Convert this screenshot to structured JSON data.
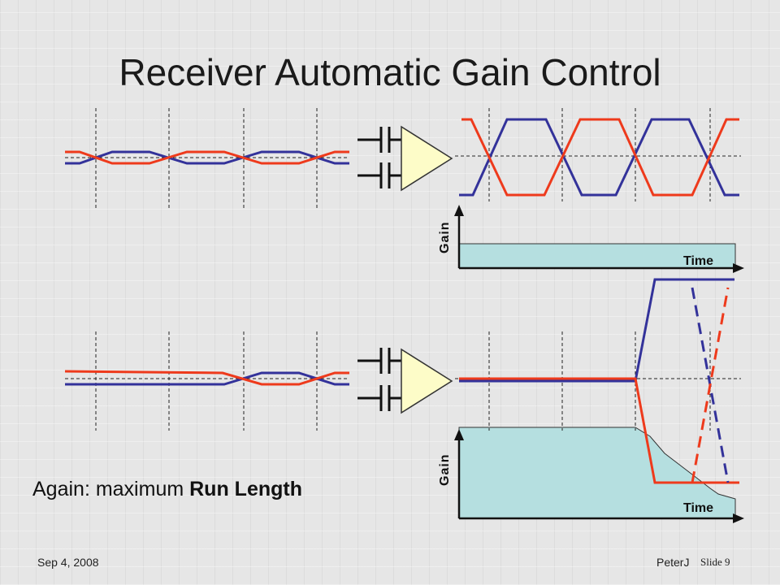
{
  "slide": {
    "title": "Receiver Automatic Gain Control",
    "caption_prefix": "Again: maximum ",
    "caption_bold": "Run Length",
    "footer_date": "Sep 4, 2008",
    "footer_author": "PeterJ",
    "footer_slide": "Slide 9"
  },
  "diagram": {
    "top_panel": {
      "gain_axis_label": "Gain",
      "time_axis_label": "Time",
      "description": "Balanced data signal with frequent transitions; amplifier output swings full range, gain stays constant and low"
    },
    "bottom_panel": {
      "gain_axis_label": "Gain",
      "time_axis_label": "Time",
      "description": "Long run of identical bits; gain stays high then drops after transition"
    },
    "colors": {
      "signal_positive": "#ee3a1c",
      "signal_negative": "#33329a",
      "gain_fill": "#b5dfe0",
      "amplifier_fill": "#fdfcc8"
    }
  }
}
